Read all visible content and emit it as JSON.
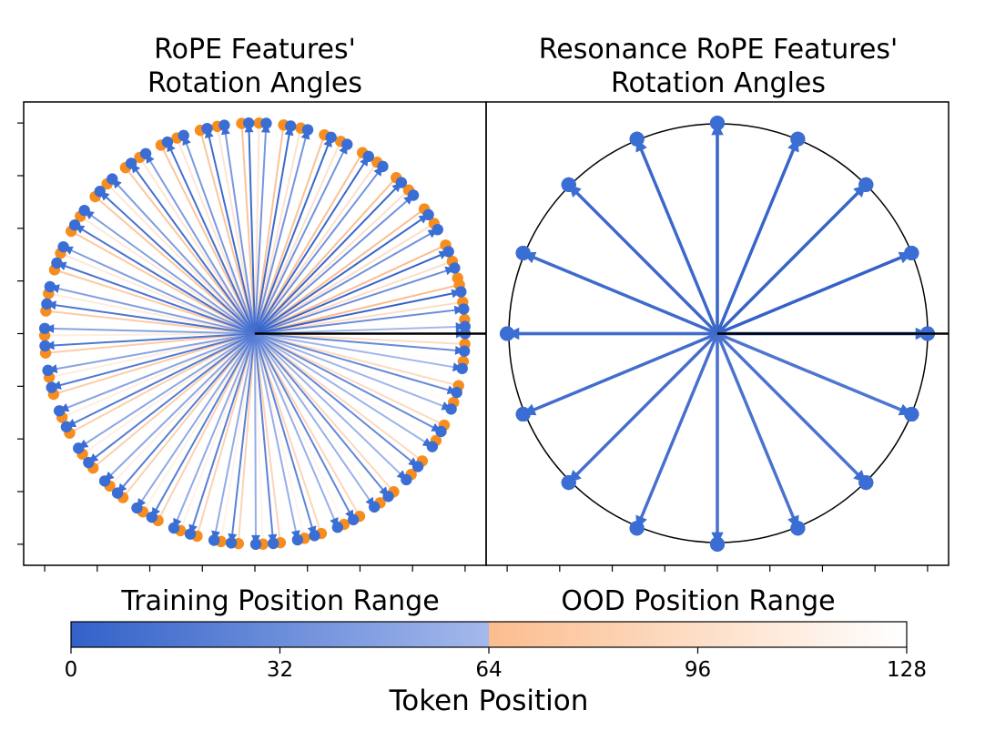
{
  "chart_data": [
    {
      "type": "scatter",
      "title_line1": "RoPE Features'",
      "title_line2": "Rotation Angles",
      "position_range": [
        0,
        127
      ],
      "rotation_step_rad": 0.2,
      "training_positions": [
        0,
        63
      ],
      "ood_positions": [
        64,
        127
      ],
      "reference_angle_deg": 0,
      "xlim": [
        -1.1,
        1.1
      ],
      "ylim": [
        -1.1,
        1.1
      ]
    },
    {
      "type": "scatter",
      "title_line1": "Resonance RoPE Features'",
      "title_line2": "Rotation Angles",
      "position_range": [
        0,
        127
      ],
      "distinct_angles_deg": [
        0,
        22.5,
        45,
        67.5,
        90,
        112.5,
        135,
        157.5,
        180,
        202.5,
        225,
        247.5,
        270,
        292.5,
        315,
        337.5
      ],
      "training_positions": [
        0,
        63
      ],
      "ood_positions": [
        64,
        127
      ],
      "reference_angle_deg": 0,
      "xlim": [
        -1.1,
        1.1
      ],
      "ylim": [
        -1.1,
        1.1
      ]
    }
  ],
  "colorbar": {
    "training_label": "Training Position Range",
    "ood_label": "OOD Position Range",
    "ticks": [
      "0",
      "32",
      "64",
      "96",
      "128"
    ],
    "range": [
      0,
      128
    ],
    "xlabel": "Token Position",
    "colors": {
      "training_start": "#3261c8",
      "training_end": "#a4b9ec",
      "ood_start": "#fbbd8e",
      "ood_end": "#ffffff"
    }
  },
  "colors": {
    "training_marker": "#3b6ed4",
    "ood_marker": "#f78d1e",
    "axis": "#000000"
  }
}
